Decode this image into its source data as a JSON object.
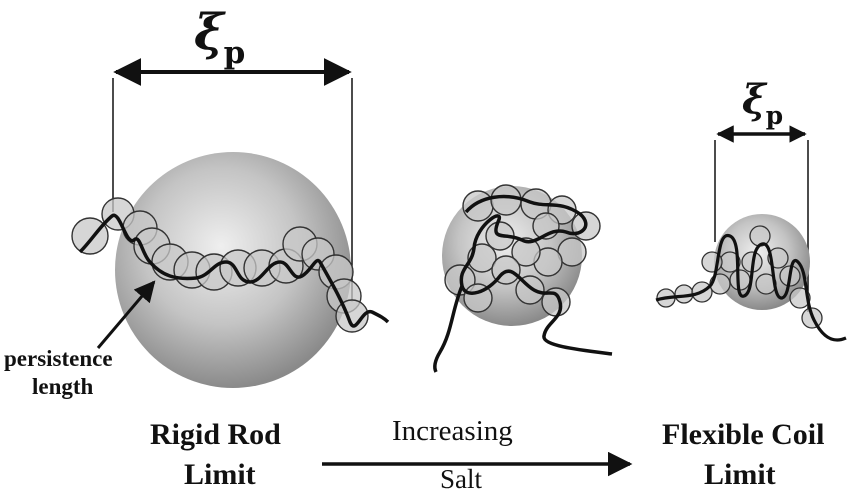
{
  "symbols": {
    "persistence_length_symbol": "ξp",
    "xi": "ξ",
    "sub": "p"
  },
  "labels": {
    "persistence_line1": "persistence",
    "persistence_line2": "length",
    "left_title_line1": "Rigid Rod",
    "left_title_line2": "Limit",
    "arrow_top": "Increasing",
    "arrow_bottom": "Salt",
    "right_title_line1": "Flexible Coil",
    "right_title_line2": "Limit"
  },
  "colors": {
    "ink": "#111111",
    "sphere_light": "#e6e6e6",
    "sphere_dark": "#8c8c8c",
    "bead_fill": "#c8c8c8"
  }
}
